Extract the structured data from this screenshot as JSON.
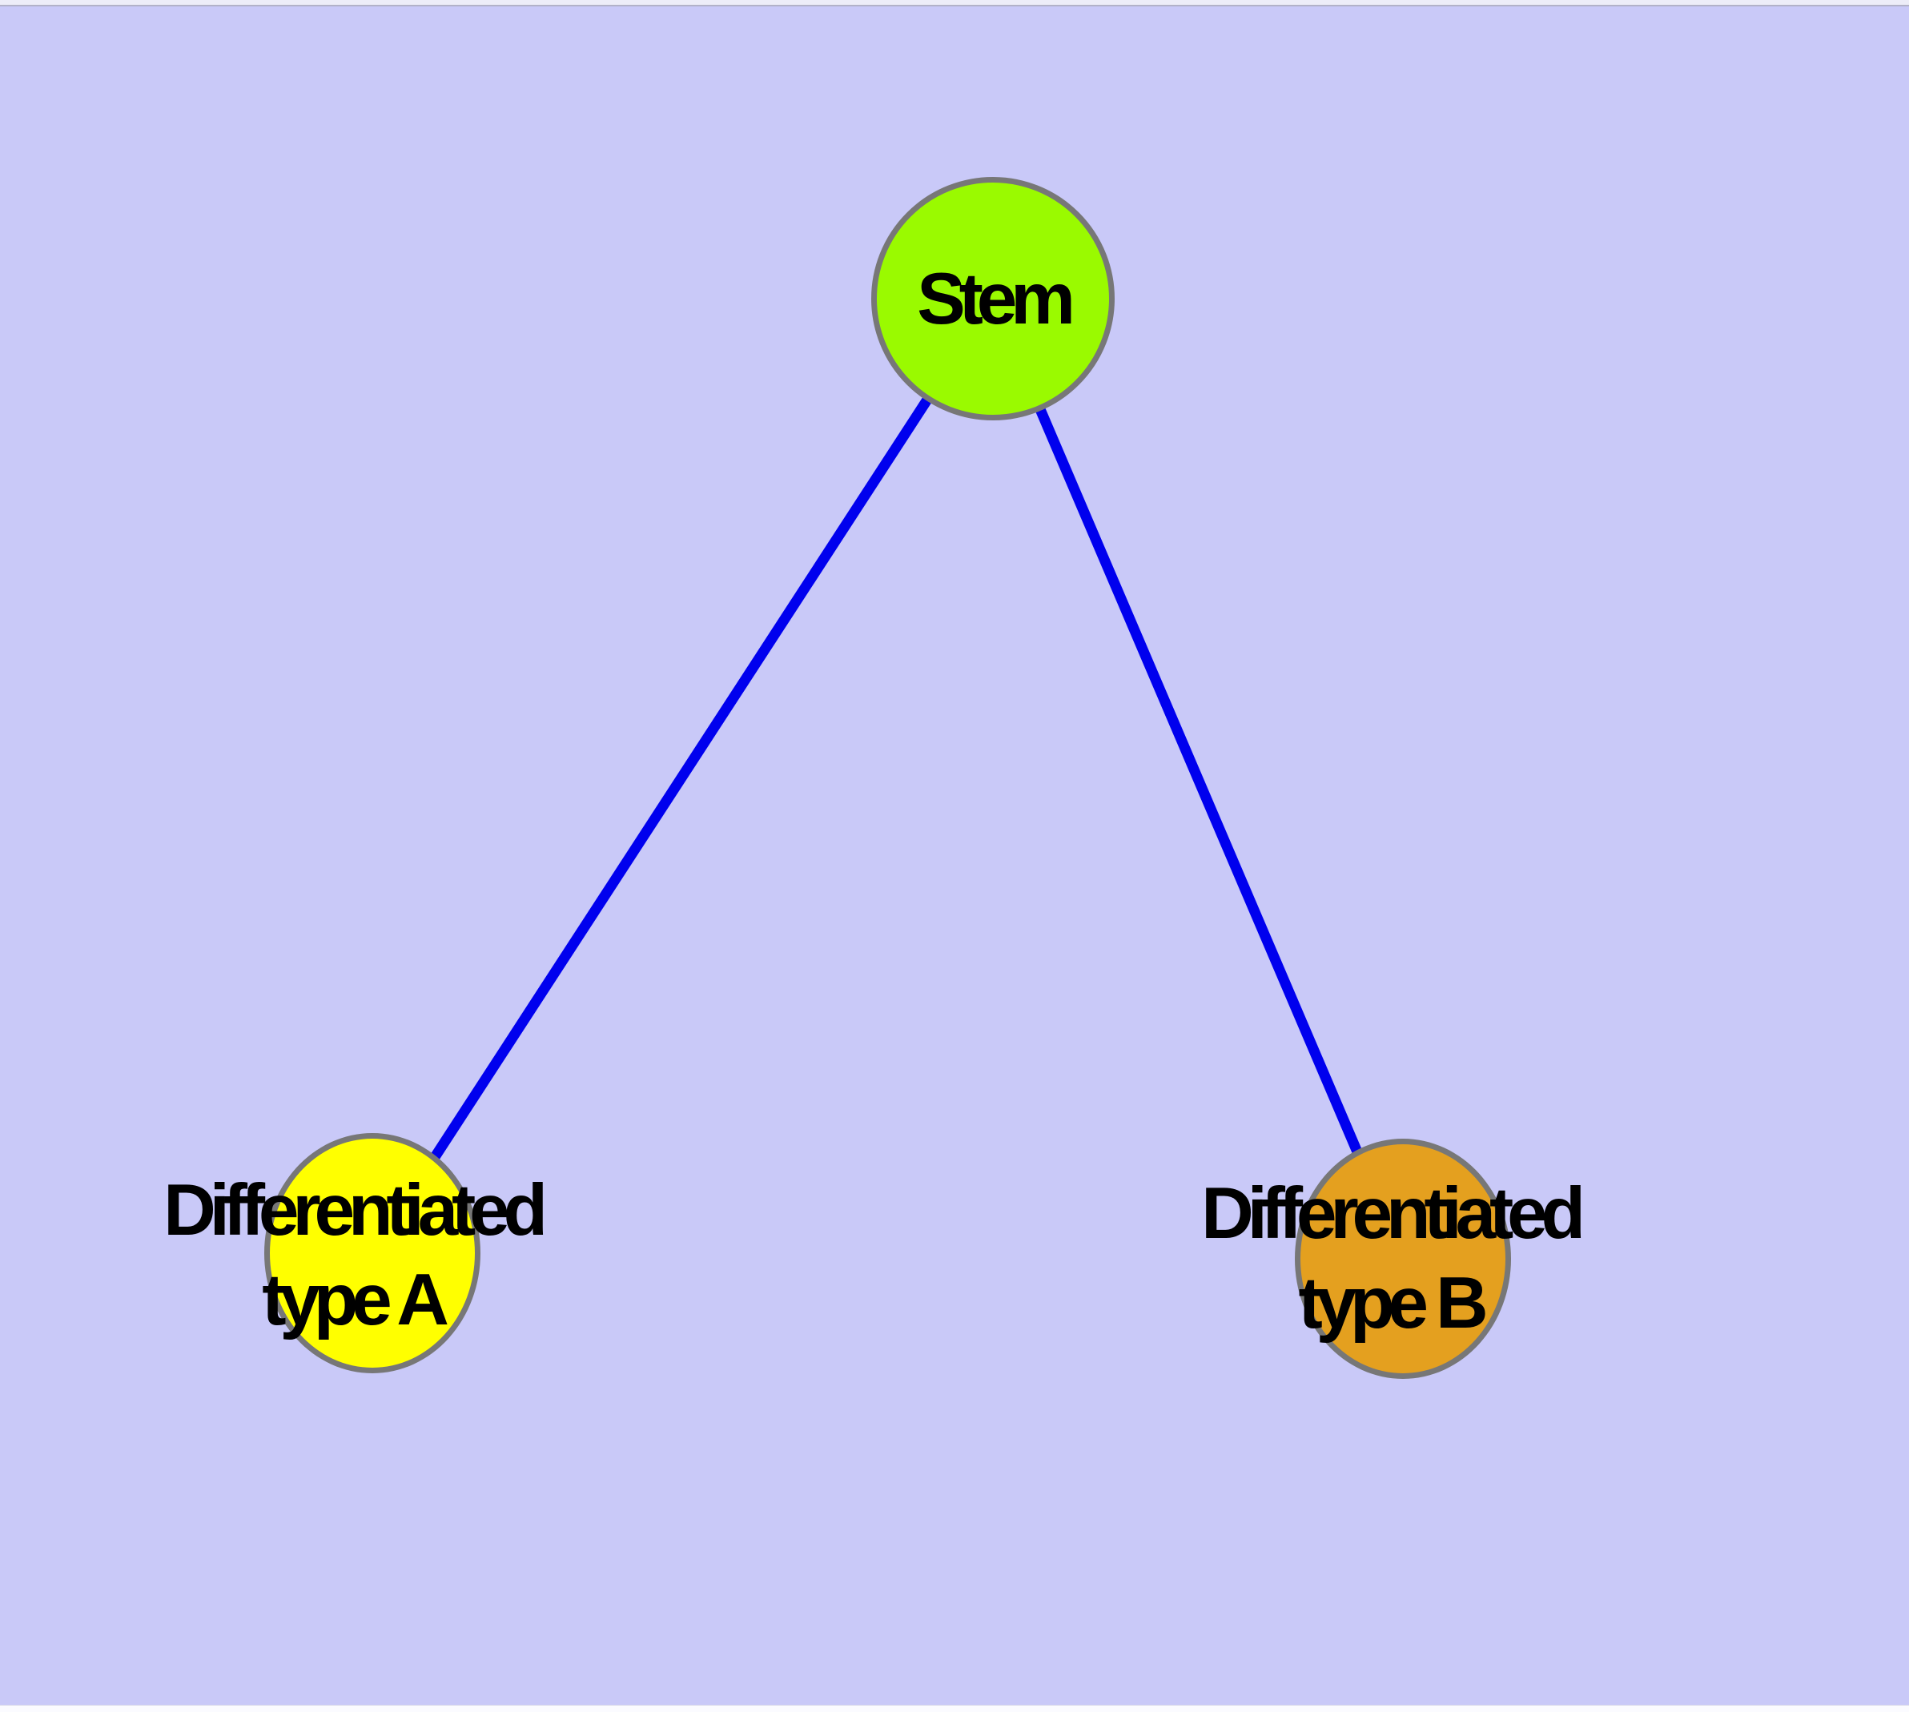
{
  "diagram": {
    "background_color": "#C9C9F8",
    "edge_color": "#0000EE",
    "node_border_color": "#777777",
    "label_color": "#000000",
    "nodes": {
      "stem": {
        "label": "Stem",
        "fill": "#9AFA00"
      },
      "type_a": {
        "label_line1": "Differentiated",
        "label_line2": "type A",
        "fill": "#FFFF00"
      },
      "type_b": {
        "label_line1": "Differentiated",
        "label_line2": "type B",
        "fill": "#E4A01F"
      }
    },
    "edges": [
      {
        "from": "Stem",
        "to": "Differentiated type A"
      },
      {
        "from": "Stem",
        "to": "Differentiated type B"
      }
    ]
  }
}
